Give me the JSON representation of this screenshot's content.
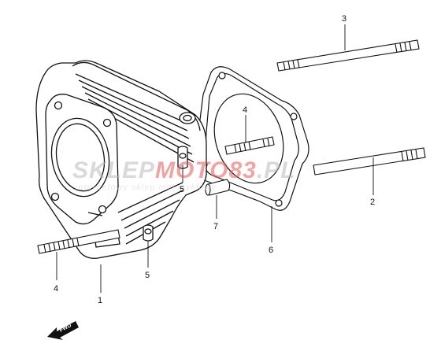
{
  "callouts": [
    {
      "id": "1",
      "label": "1"
    },
    {
      "id": "2",
      "label": "2"
    },
    {
      "id": "3",
      "label": "3"
    },
    {
      "id": "4a",
      "label": "4"
    },
    {
      "id": "4b",
      "label": "4"
    },
    {
      "id": "5a",
      "label": "5"
    },
    {
      "id": "5b",
      "label": "5"
    },
    {
      "id": "6",
      "label": "6"
    },
    {
      "id": "7",
      "label": "7"
    }
  ],
  "watermark": {
    "brand_left": "SKLEP",
    "brand_mid": "MOTO",
    "brand_right": "83",
    "brand_tld": ".PL",
    "tagline": "internetowy sklep motocyklowy",
    "brand_color": "#bbbbbb",
    "accent_color": "#e35a5a"
  },
  "fwd_badge": {
    "label": "FWD"
  }
}
